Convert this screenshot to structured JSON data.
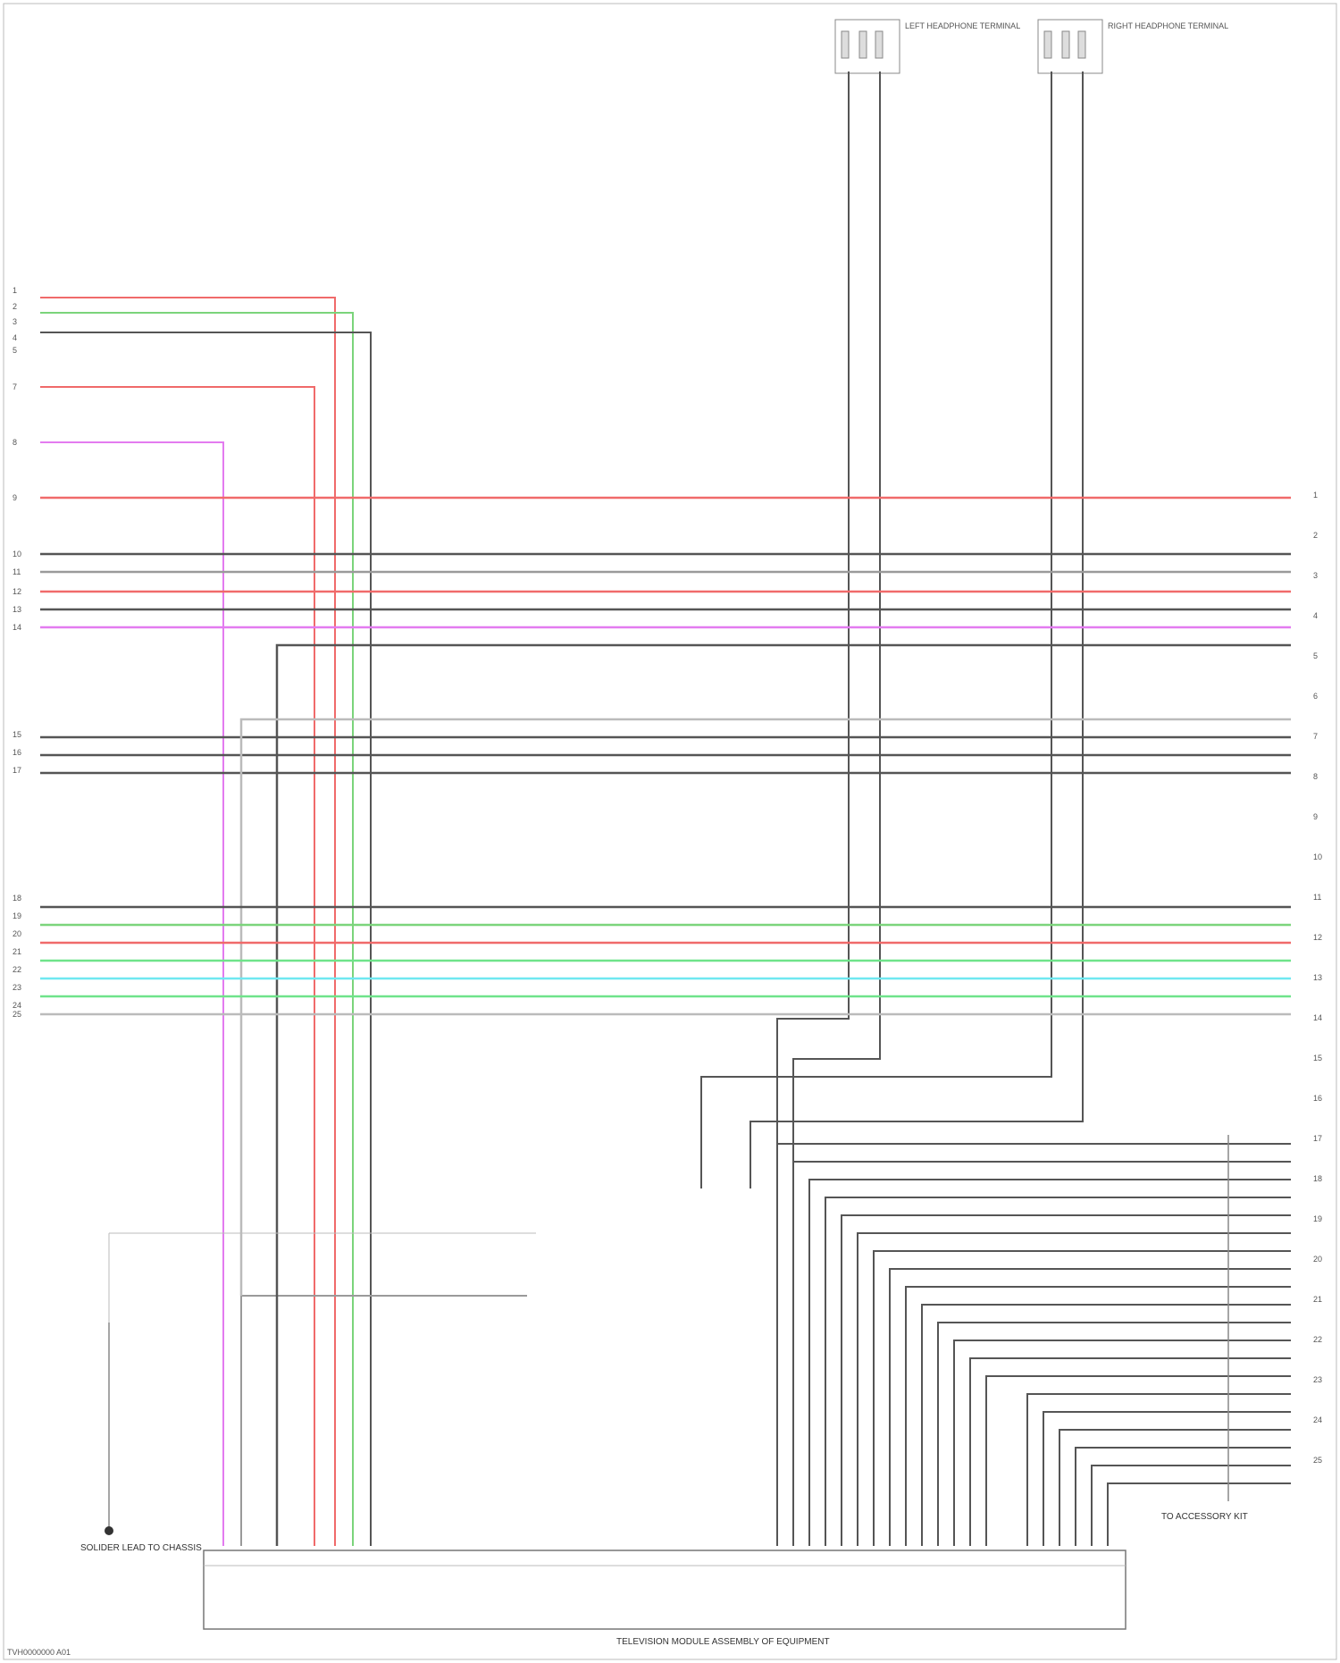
{
  "diagram": {
    "title": "",
    "wire_colors": {
      "red": "#f06a6a",
      "green": "#7bd47b",
      "bright_green": "#6fe38a",
      "magenta": "#e37bf0",
      "cyan": "#6fe8f0",
      "dark": "#555555",
      "gray": "#9a9a9a"
    },
    "top_speakers": [
      {
        "name": "LEFT HEADPHONE TERMINAL"
      },
      {
        "name": "RIGHT HEADPHONE TERMINAL"
      }
    ],
    "bottom_unit": {
      "name": "TELEVISION MODULE ASSEMBLY OF EQUIPMENT"
    },
    "ground_label": "SOLIDER LEAD TO CHASSIS",
    "accessory_label": "TO ACCESSORY KIT",
    "footer": "TVH0000000 A01",
    "left_pins": [
      "1",
      "2",
      "3",
      "4",
      "5",
      "7",
      "8",
      "9",
      "10",
      "11",
      "12",
      "13",
      "14",
      "15",
      "16",
      "17",
      "18",
      "19",
      "20",
      "21",
      "22",
      "23",
      "24",
      "25"
    ],
    "right_pins": [
      "1",
      "2",
      "3",
      "4",
      "5",
      "6",
      "7",
      "8",
      "9",
      "10",
      "11",
      "12",
      "13",
      "14",
      "15",
      "16",
      "17",
      "18",
      "19",
      "20",
      "21",
      "22",
      "23",
      "24",
      "25"
    ]
  }
}
